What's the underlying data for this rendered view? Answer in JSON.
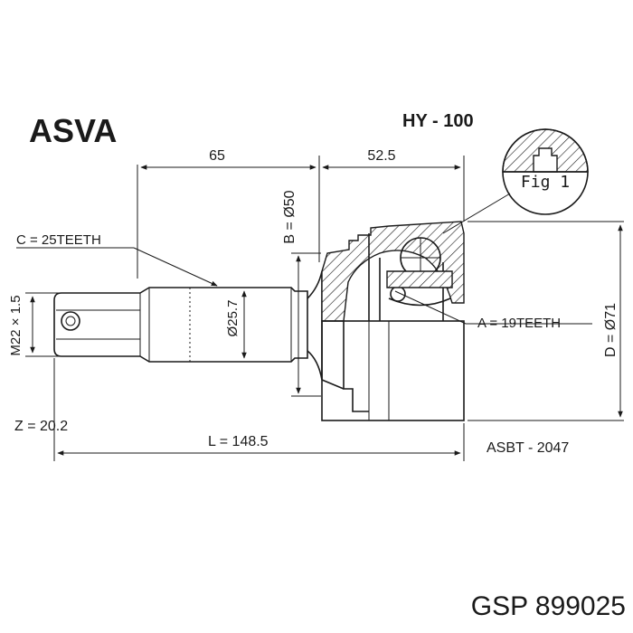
{
  "brand": "ASVA",
  "model_code": "HY - 100",
  "dimensions": {
    "shaft_length": "65",
    "bell_length": "52.5",
    "boot_dia_b": "B = Ø50",
    "thread": "M22 × 1.5",
    "shaft_dia": "Ø25.7",
    "outer_dia_d": "D = Ø71",
    "total_length": "L =  148.5",
    "z_value": "Z = 20.2"
  },
  "labels": {
    "c_teeth": "C = 25TEETH",
    "a_teeth": "A = 19TEETH",
    "fig": "Fig 1",
    "boot_code": "ASBT - 2047"
  },
  "footer": "GSP 899025"
}
